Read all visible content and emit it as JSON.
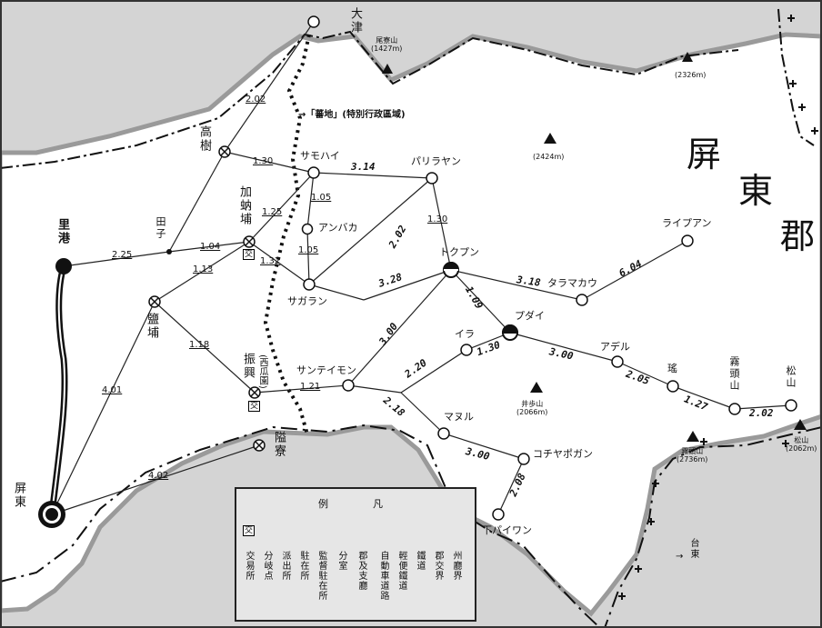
{
  "places": {
    "otsu": "大津",
    "takaki": "高樹",
    "denshi": "田子",
    "kanouho": "加蚋埔",
    "satomina": "里港",
    "enpo": "鹽埔",
    "shinko": "振興",
    "shinko_note": "(西瓜園)",
    "ryoryo": "隘寮",
    "heito": "屏東",
    "samohai": "サモハイ",
    "pariryan": "パリラヤン",
    "anbaka": "アンバカ",
    "sagaran": "サガラン",
    "tokupun": "トクプン",
    "raipuan": "ライプアン",
    "taramakau": "タラマカウ",
    "pudai": "プダイ",
    "ira": "イラ",
    "saniteimon": "サンテイモン",
    "adel": "アデル",
    "taki": "瑤",
    "kirito": "霧頭山",
    "matsuyama": "松山",
    "manuru": "マヌル",
    "kochiyapogan": "コチヤポガン",
    "shimopaiwan": "下パイワン",
    "taito": "台東",
    "taito_arrow": "→",
    "bochi_note": "→「蕃地」(特別行政區域)",
    "region_1": "屏",
    "region_2": "東",
    "region_3": "郡",
    "kou": "交"
  },
  "peaks": {
    "okenzan": "尾寮山",
    "okenzan_h": "(1427m)",
    "p2326": "(2326m)",
    "p2424": "(2424m)",
    "seiho": "井歩山",
    "seiho_h": "(2066m)",
    "kirito": "霧頭山",
    "kirito_h": "(2736m)",
    "matsuyama": "松山",
    "matsuyama_h": "(2062m)"
  },
  "distances": {
    "otsu_takaki": "2.02",
    "takaki_samohai": "1.30",
    "samohai_pariryan": "3.14",
    "samohai_anbaka": "1.05",
    "kanouho_samohai": "1.25",
    "denshi_kanouho": "1.04",
    "anbaka_sagaran": "1.05",
    "satomina_denshi": "2.25",
    "enpo_kanouho": "1.13",
    "kanouho_sagaran": "1.32",
    "pariryan_sagaran": "2.02",
    "pariryan_tokupun": "1.30",
    "sagaran_tokupun": "3.28",
    "tokupun_taramakau": "3.18",
    "taramakau_raipuan": "6.04",
    "tokupun_pudai": "1.09",
    "enpo_shinko": "1.18",
    "tokupun_saniteimon": "3.00",
    "ira_pudai": "1.30",
    "pudai_adel": "3.00",
    "shinko_saniteimon": "1.21",
    "saniteimon_ira": "2.20",
    "adel_taki": "2.05",
    "taki_kirito": "1.27",
    "kirito_matsuyama": "2.02",
    "saniteimon_manuru": "2.18",
    "satomina_heito": "4.01",
    "manuru_kochiyapogan": "3.00",
    "ryoryo_heito": "4.02",
    "kochiyapogan_shimopaiwan": "2.08"
  },
  "legend": {
    "title_1": "例",
    "title_2": "凡",
    "col_1": "交易所",
    "col_2": "分岐点",
    "col_3": "派出所",
    "col_4": "駐在所",
    "col_5": "監督駐在所",
    "col_6": "分室",
    "col_7": "郡及支廳",
    "col_8": "自動車道路",
    "col_9": "輕便鐵道",
    "col_10": "鐵道",
    "col_11": "郡交界",
    "col_12": "州廳界",
    "kou": "交"
  }
}
